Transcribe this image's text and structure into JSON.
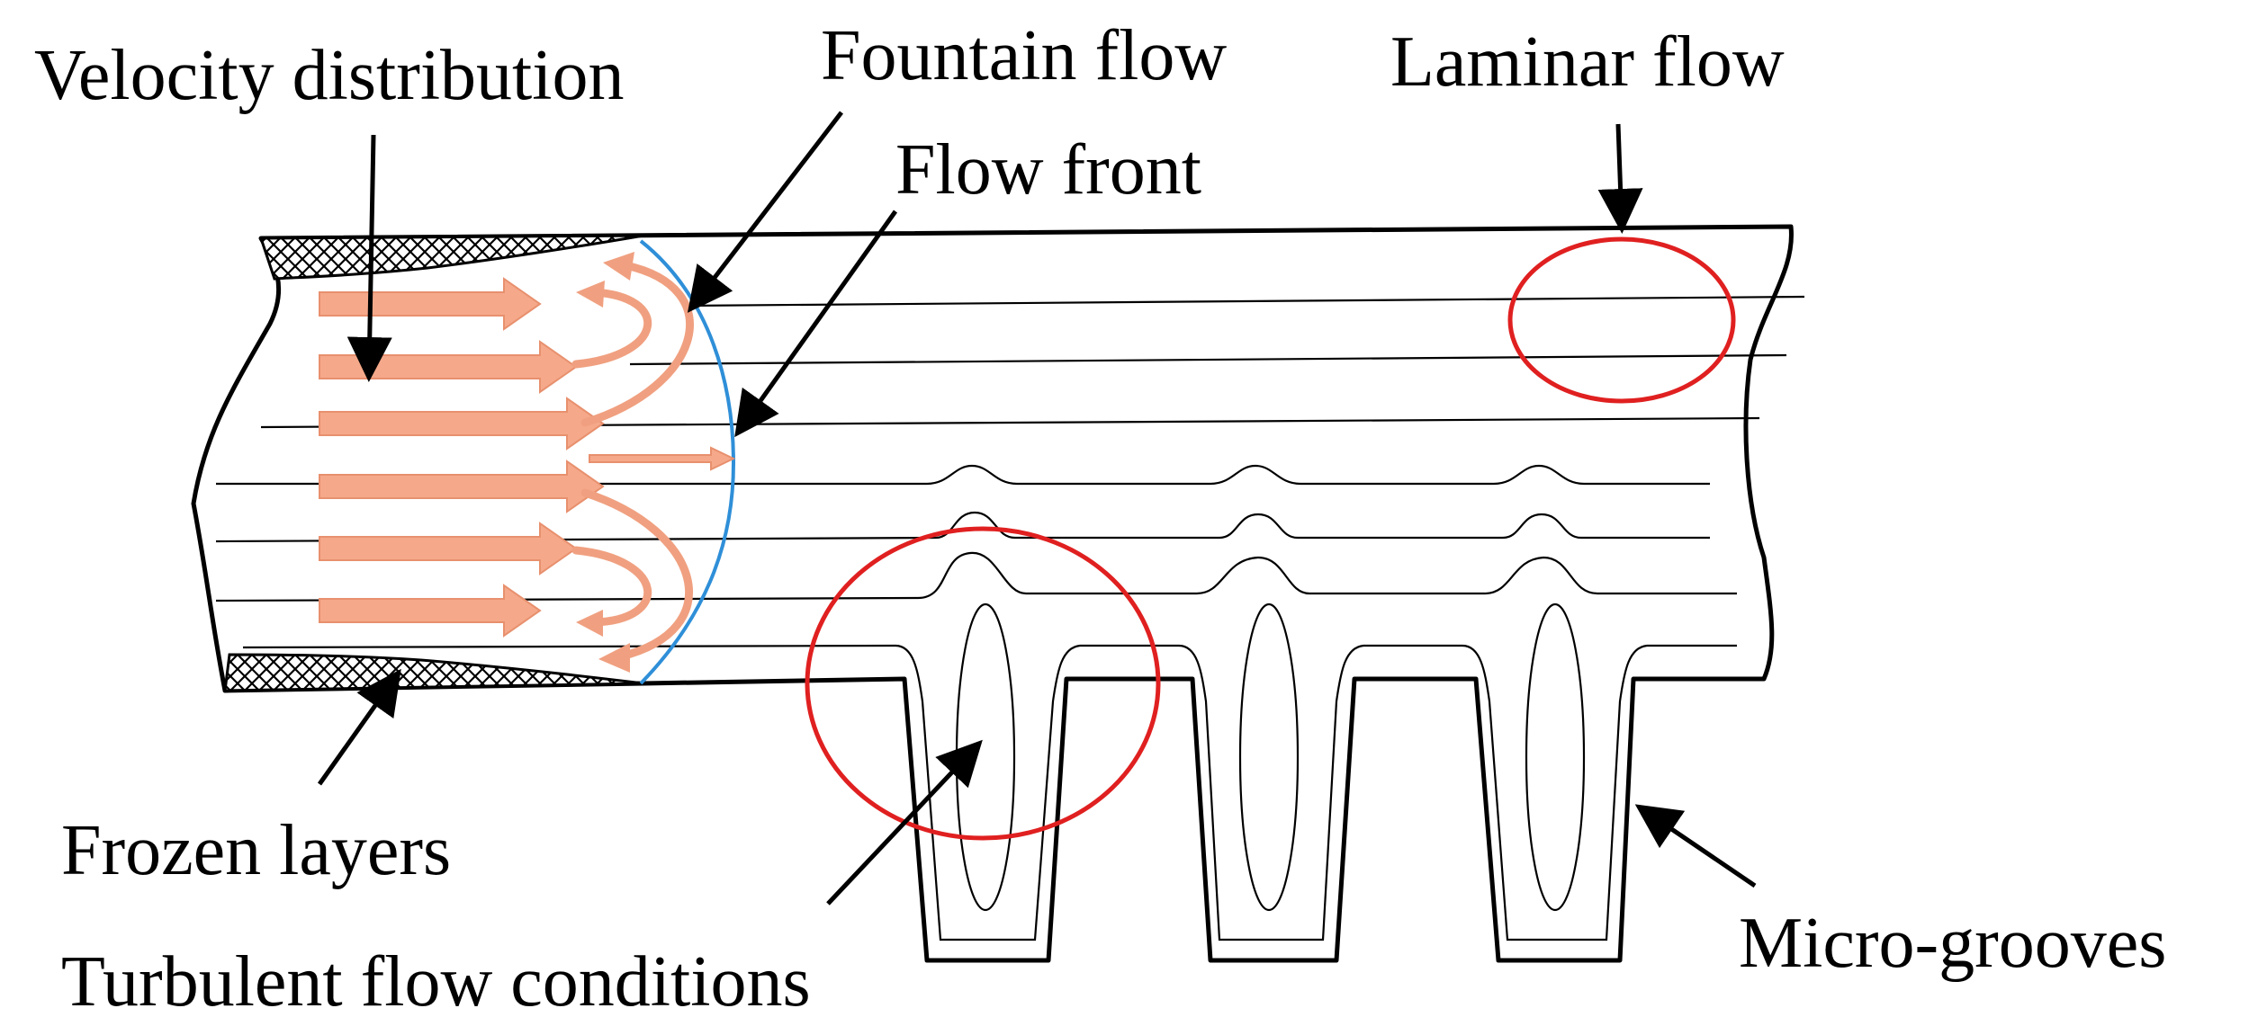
{
  "labels": {
    "velocity_distribution": "Velocity distribution",
    "fountain_flow": "Fountain flow",
    "laminar_flow": "Laminar flow",
    "flow_front": "Flow front",
    "frozen_layers": "Frozen layers",
    "turbulent_flow_conditions": "Turbulent flow conditions",
    "micro_grooves": "Micro-grooves"
  },
  "colors": {
    "outline": "#000000",
    "velocity_arrow": "#f5a98a",
    "velocity_arrow_edge": "#e8906e",
    "flow_front": "#2f8fd8",
    "highlight_circle": "#e02020",
    "hatch": "#000000"
  }
}
